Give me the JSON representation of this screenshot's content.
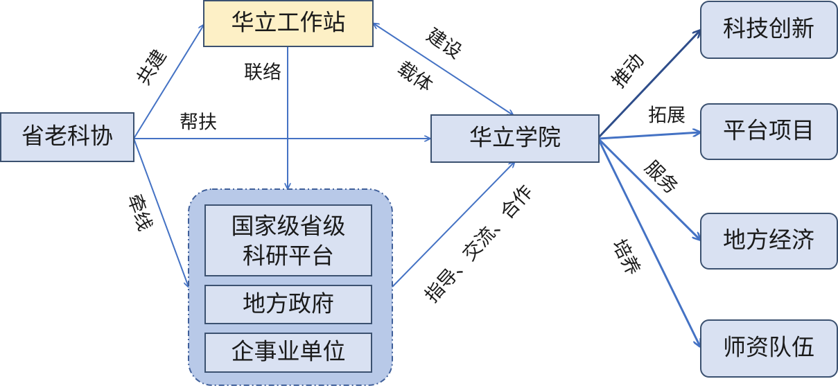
{
  "nodes": {
    "shenglaokexie": "省老科协",
    "huali_station": "华立工作站",
    "huali_college": "华立学院",
    "group": {
      "platform_line1": "国家级省级",
      "platform_line2": "科研平台",
      "local_gov": "地方政府",
      "enterprise": "企事业单位"
    },
    "outcomes": {
      "tech_innovation": "科技创新",
      "platform_projects": "平台项目",
      "local_economy": "地方经济",
      "faculty": "师资队伍"
    }
  },
  "edges": {
    "co_build": "共建",
    "support": "帮扶",
    "matchmake": "牵线",
    "liaison": "联络",
    "construction": "建设",
    "carrier": "载体",
    "cooperation": "指导、交流、合作",
    "promote": "推动",
    "expand": "拓展",
    "serve": "服务",
    "cultivate": "培养"
  },
  "colors": {
    "box_fill": "#d9e1f2",
    "box_stroke": "#3b5170",
    "station_fill": "#fdf0c6",
    "group_fill": "#b8c9e8",
    "group_stroke": "#3f5f9a",
    "arrow": "#4472c4",
    "arrow_dark": "#2e4d8a"
  }
}
